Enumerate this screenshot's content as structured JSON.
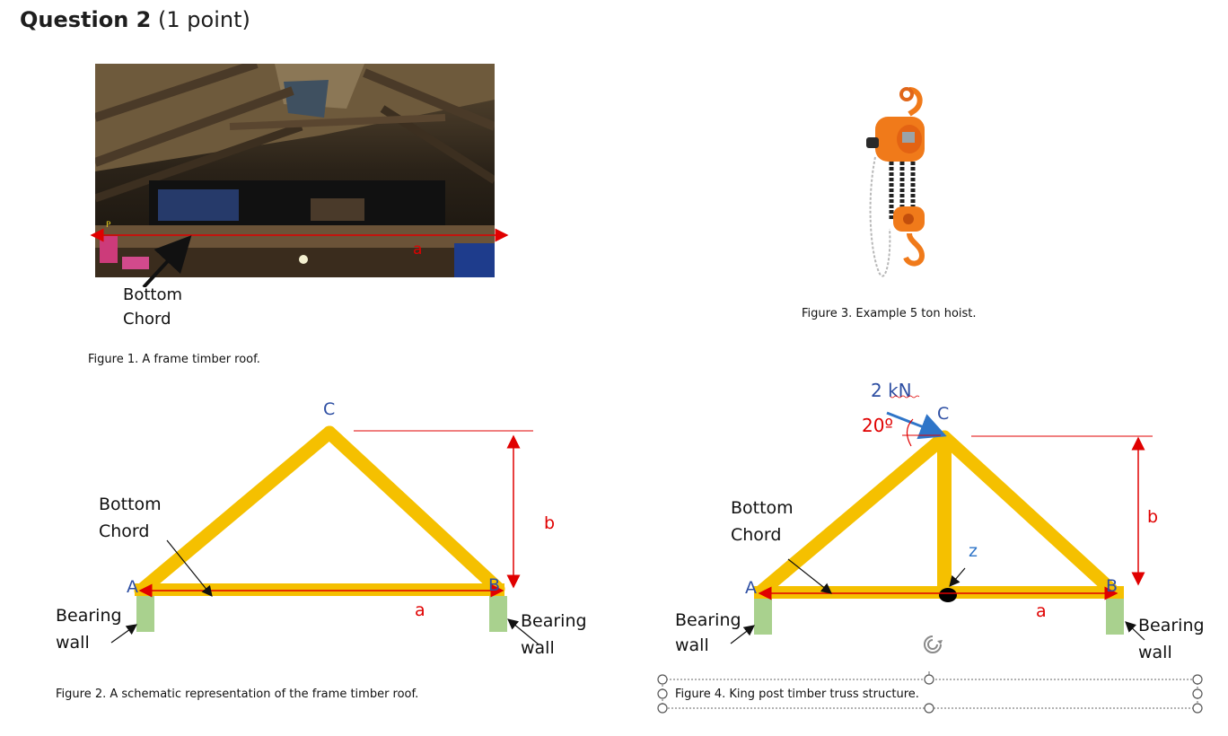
{
  "question": {
    "title": "Question 2",
    "points": "(1 point)"
  },
  "figure1": {
    "caption": "Figure 1. A frame timber roof.",
    "label_line1": "Bottom",
    "label_line2": "Chord",
    "dim_a": "a",
    "marker_p": "P"
  },
  "figure2": {
    "caption": "Figure 2. A schematic representation of the frame timber roof.",
    "node_a": "A",
    "node_b": "B",
    "node_c": "C",
    "dim_a": "a",
    "dim_b": "b",
    "bottom_chord_1": "Bottom",
    "bottom_chord_2": "Chord",
    "left_wall_1": "Bearing",
    "left_wall_2": "wall",
    "right_wall_1": "Bearing",
    "right_wall_2": "wall"
  },
  "figure3": {
    "caption": "Figure 3. Example 5 ton hoist."
  },
  "figure4": {
    "caption": "Figure 4. King post timber truss structure.",
    "force": "2 kN",
    "angle": "20º",
    "node_a": "A",
    "node_b": "B",
    "node_c": "C",
    "node_z": "z",
    "dim_a": "a",
    "dim_b": "b",
    "bottom_chord_1": "Bottom",
    "bottom_chord_2": "Chord",
    "left_wall_1": "Bearing",
    "left_wall_2": "wall",
    "right_wall_1": "Bearing",
    "right_wall_2": "wall"
  },
  "colors": {
    "timber": "#f5c000",
    "wall": "#a9d18e",
    "dimension": "#e00000",
    "node": "#2e4fa3",
    "force_arrow": "#2f75c8"
  }
}
